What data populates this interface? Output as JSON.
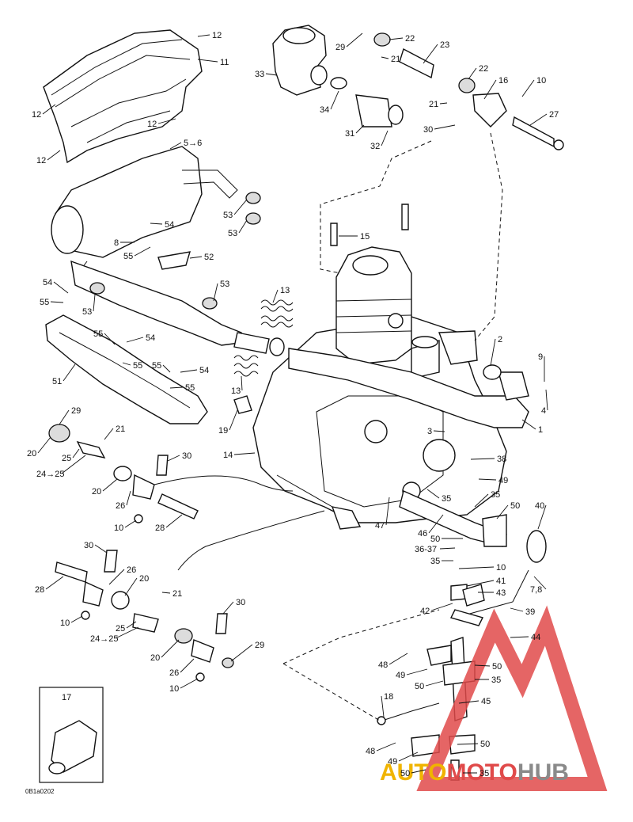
{
  "diagram_code": "0B1a0202",
  "watermark": {
    "part1": "AUTO",
    "part2": "MOTO",
    "part3": "HUB"
  },
  "callouts": {
    "c12a": "12",
    "c11": "11",
    "c12b": "12",
    "c12c": "12",
    "c12d": "12",
    "c5_6": "5→6",
    "c54a": "54",
    "c55a": "55",
    "c52": "52",
    "c8": "8",
    "c53a": "53",
    "c53b": "53",
    "c53c": "53",
    "c53d": "53",
    "c54b": "54",
    "c55b": "55",
    "c55c": "55",
    "c54c": "54",
    "c55d": "55",
    "c55e": "55",
    "c54d": "54",
    "c55f": "55",
    "c51": "51",
    "c13a": "13",
    "c13b": "13",
    "c19": "19",
    "c29a": "29",
    "c22a": "22",
    "c23": "23",
    "c21a": "21",
    "c33": "33",
    "c22b": "22",
    "c16": "16",
    "c10a": "10",
    "c21b": "21",
    "c34": "34",
    "c31": "31",
    "c32": "32",
    "c30a": "30",
    "c27": "27",
    "c15": "15",
    "c2": "2",
    "c9": "9",
    "c4": "4",
    "c1": "1",
    "c3": "3",
    "c38": "38",
    "c49a": "49",
    "c14": "14",
    "c35a": "35",
    "c35b": "35",
    "c50a": "50",
    "c40": "40",
    "c47": "47",
    "c46": "46",
    "c50b": "50",
    "c36_37": "36-37",
    "c35c": "35",
    "c10b": "10",
    "c7_8": "7,8",
    "c41": "41",
    "c43": "43",
    "c42": "42",
    "c39": "39",
    "c44": "44",
    "c48a": "48",
    "c50c": "50",
    "c49b": "49",
    "c50d": "50",
    "c35d": "35",
    "c45": "45",
    "c18": "18",
    "c50e": "50",
    "c48b": "48",
    "c49c": "49",
    "c50f": "50",
    "c35e": "35",
    "c29b": "29",
    "c21c": "21",
    "c20a": "20",
    "c25a": "25",
    "c24_25a": "24→25",
    "c30b": "30",
    "c20b": "20",
    "c26a": "26",
    "c10c": "10",
    "c28a": "28",
    "c30c": "30",
    "c26b": "26",
    "c20c": "20",
    "c28b": "28",
    "c21d": "21",
    "c10d": "10",
    "c25b": "25",
    "c24_25b": "24→25",
    "c30d": "30",
    "c20d": "20",
    "c29c": "29",
    "c26c": "26",
    "c10e": "10",
    "c17": "17"
  },
  "colors": {
    "watermark_red": "#e04a4a",
    "watermark_orange": "#f0b400",
    "watermark_gray": "#8a8a8a",
    "line": "#111111"
  }
}
